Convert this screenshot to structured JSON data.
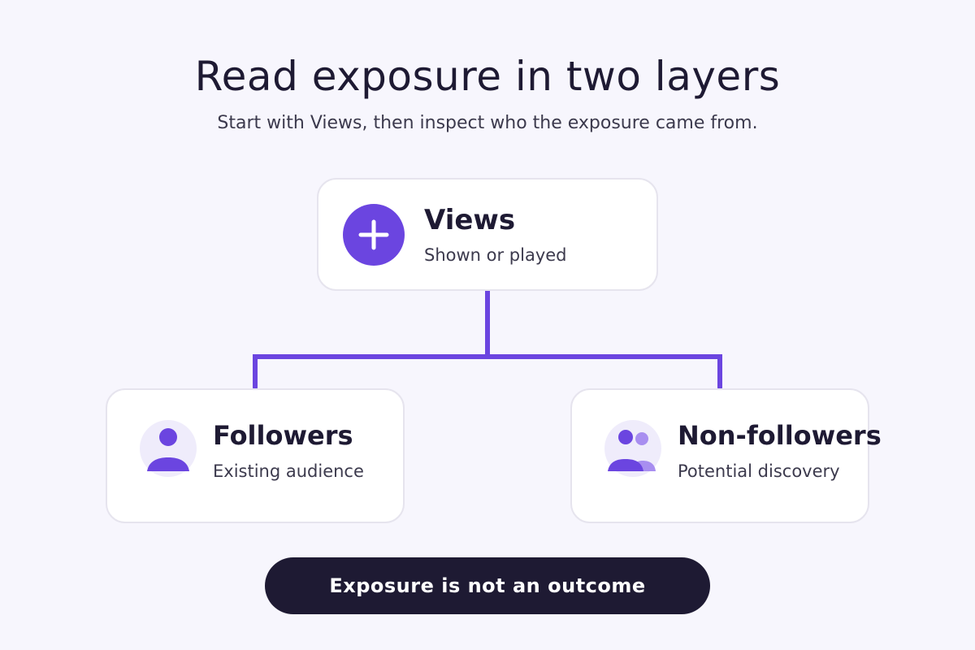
{
  "header": {
    "title": "Read exposure in two layers",
    "subtitle": "Start with Views, then inspect who the exposure came from."
  },
  "nodes": {
    "views": {
      "title": "Views",
      "subtitle": "Shown or played",
      "icon": "plus-icon"
    },
    "followers": {
      "title": "Followers",
      "subtitle": "Existing audience",
      "icon": "person-icon"
    },
    "non_followers": {
      "title": "Non-followers",
      "subtitle": "Potential discovery",
      "icon": "people-icon"
    }
  },
  "footer": {
    "label": "Exposure is not an outcome"
  },
  "colors": {
    "accent": "#6b45e0",
    "accent_light": "#a88ef0",
    "icon_bg": "#efecfb",
    "dark": "#1e1a33",
    "background": "#f7f6fd"
  }
}
